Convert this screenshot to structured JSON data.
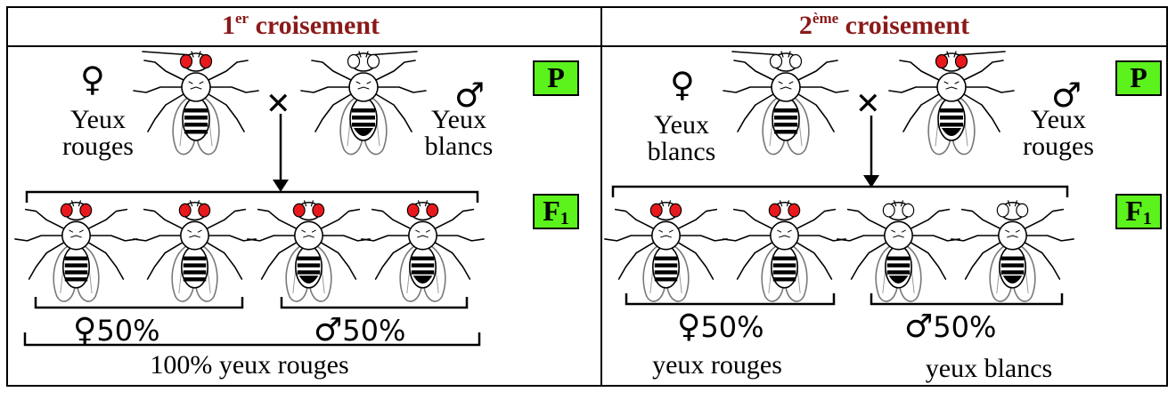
{
  "cross1": {
    "title_main": "1",
    "title_sup": "er",
    "title_rest": " croisement",
    "female_symbol": "♀",
    "male_symbol": "♂",
    "female_label_line1": "Yeux",
    "female_label_line2": "rouges",
    "male_label_line1": "Yeux",
    "male_label_line2": "blancs",
    "cross_symbol": "✕",
    "gen_p": "P",
    "gen_f": "F",
    "gen_f_sub": "1",
    "female_pct": "50%",
    "male_pct": "50%",
    "summary": "100% yeux rouges",
    "parents": [
      {
        "sex": "female",
        "eye": "red"
      },
      {
        "sex": "male",
        "eye": "white"
      }
    ],
    "offspring": [
      {
        "sex": "female",
        "eye": "red"
      },
      {
        "sex": "female",
        "eye": "red"
      },
      {
        "sex": "male",
        "eye": "red"
      },
      {
        "sex": "male",
        "eye": "red"
      }
    ]
  },
  "cross2": {
    "title_main": "2",
    "title_sup": "ème",
    "title_rest": " croisement",
    "female_symbol": "♀",
    "male_symbol": "♂",
    "female_label_line1": "Yeux",
    "female_label_line2": "blancs",
    "male_label_line1": "Yeux",
    "male_label_line2": "rouges",
    "cross_symbol": "✕",
    "gen_p": "P",
    "gen_f": "F",
    "gen_f_sub": "1",
    "female_pct": "50%",
    "male_pct": "50%",
    "female_summary": "yeux rouges",
    "male_summary": "yeux blancs",
    "parents": [
      {
        "sex": "female",
        "eye": "white"
      },
      {
        "sex": "male",
        "eye": "red"
      }
    ],
    "offspring": [
      {
        "sex": "female",
        "eye": "red"
      },
      {
        "sex": "female",
        "eye": "red"
      },
      {
        "sex": "male",
        "eye": "white"
      },
      {
        "sex": "male",
        "eye": "white"
      }
    ]
  },
  "colors": {
    "title": "#8b1a1a",
    "red_eye": "#e8191c",
    "white_eye": "#ffffff",
    "generation_badge": "#5cf21c"
  }
}
